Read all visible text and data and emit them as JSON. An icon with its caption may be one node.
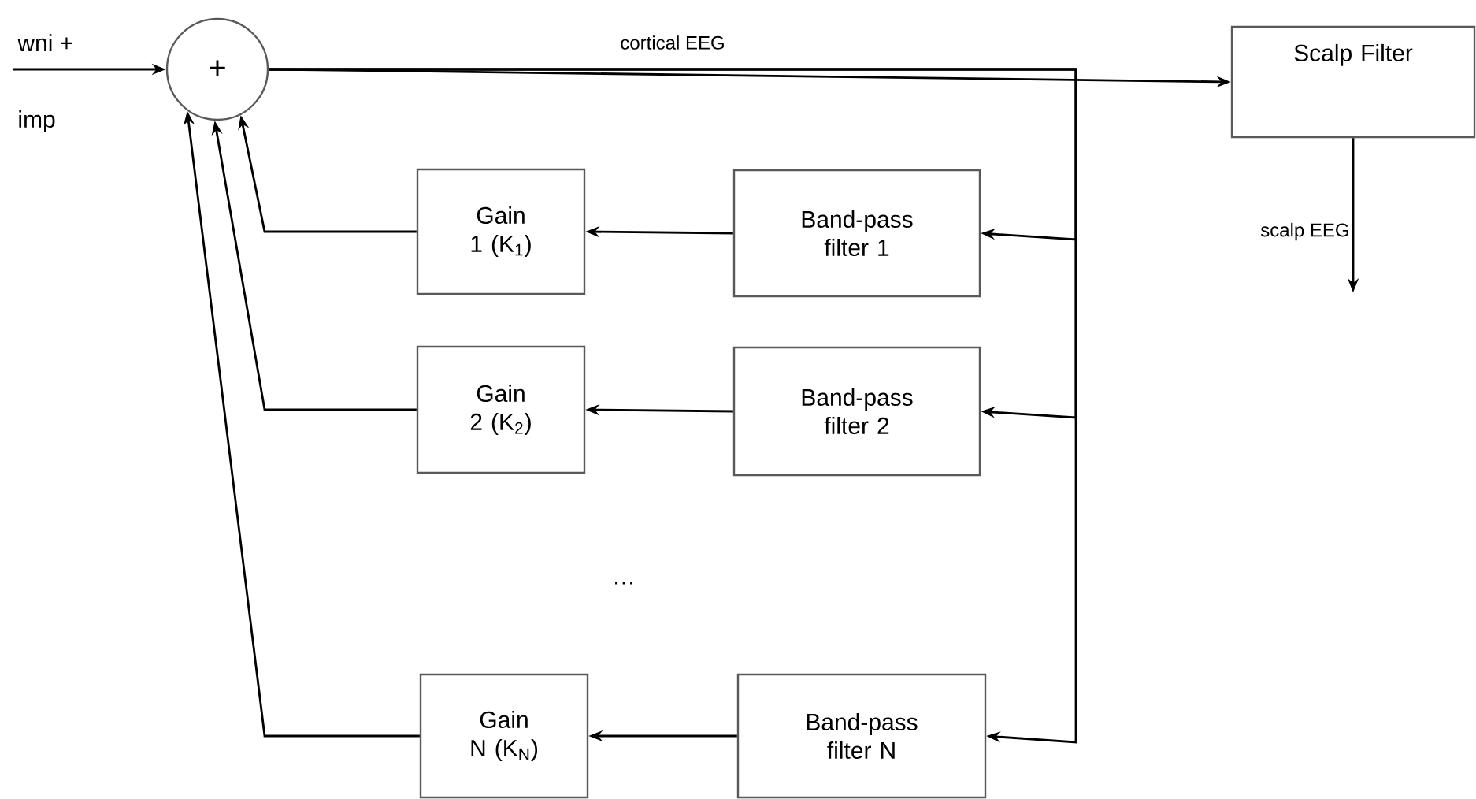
{
  "diagram": {
    "nodes": [
      {
        "text": [
          "+"
        ]
      },
      {
        "text": [
          "Scalp Filter"
        ]
      },
      {
        "text": [
          "Gain 1 (K$_{1}$)"
        ]
      },
      {
        "text": [
          "Band-pass filter 1"
        ]
      },
      {
        "text": [
          "Gain 2 (K$_{2}$)"
        ]
      },
      {
        "text": [
          "Band-pass filter 2"
        ]
      },
      {
        "text": [
          "Gain N (K$_{N}$)"
        ]
      },
      {
        "text": [
          "Band-pass filter N"
        ]
      }
    ],
    "edges": [
      {
        "from": null,
        "to": 0,
        "arrow": "to"
      },
      {
        "from": 0,
        "to": 1,
        "arrow": "to",
        "label": "cortical EEG"
      },
      {
        "from": 1,
        "to": null,
        "arrow": "to",
        "label": "scalp EEG"
      },
      {
        "from": 0,
        "to": 3,
        "arrow": "to"
      },
      {
        "from": 0,
        "to": 5,
        "arrow": "to"
      },
      {
        "from": 0,
        "to": 7,
        "arrow": "to"
      },
      {
        "from": 3,
        "to": 2,
        "arrow": "to"
      },
      {
        "from": 5,
        "to": 4,
        "arrow": "to"
      },
      {
        "from": 7,
        "to": 6,
        "arrow": "to"
      },
      {
        "from": 2,
        "to": 0,
        "arrow": "to"
      },
      {
        "from": 4,
        "to": 0,
        "arrow": "to"
      },
      {
        "from": 6,
        "to": 0,
        "arrow": "to"
      }
    ],
    "labels": [
      "wni +",
      "imp",
      "…"
    ]
  }
}
